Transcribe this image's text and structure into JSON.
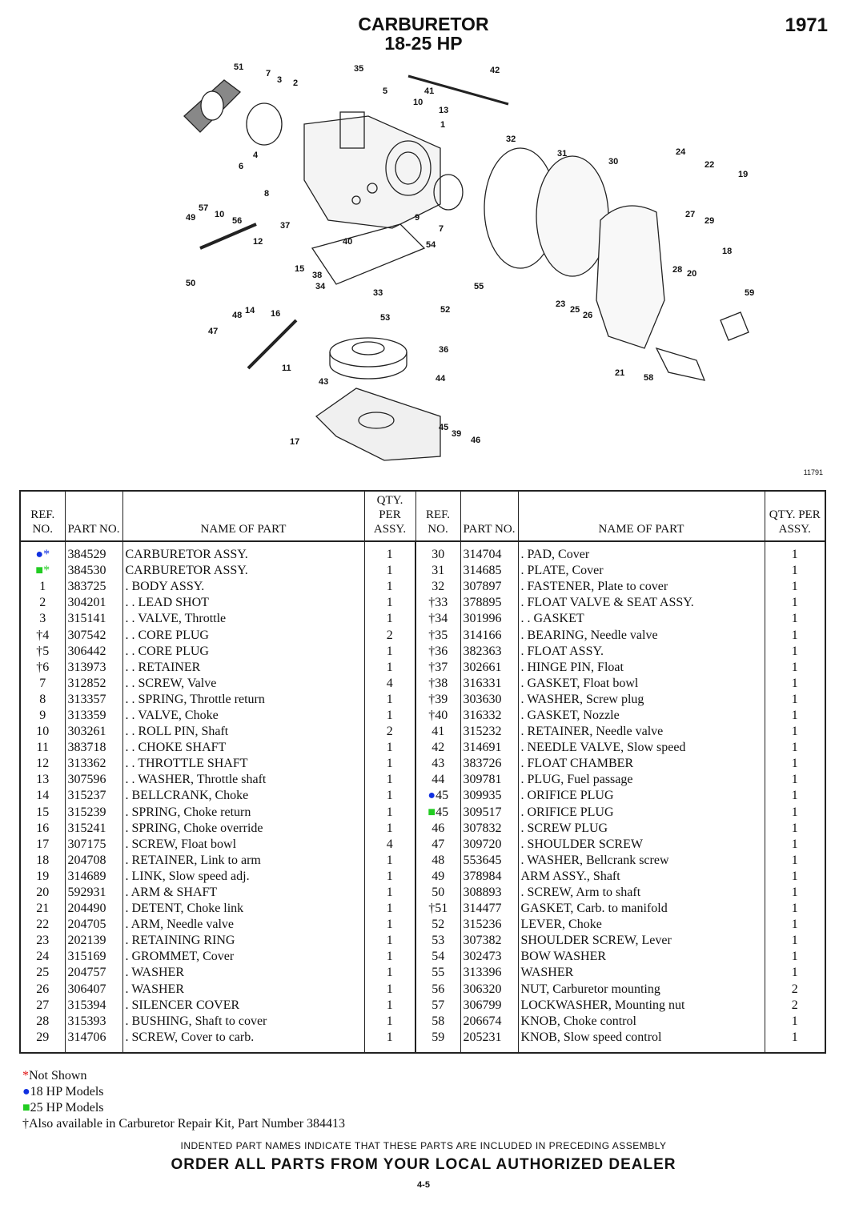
{
  "header": {
    "title_line1": "CARBURETOR",
    "title_line2": "18-25 HP",
    "year": "1971"
  },
  "diagram": {
    "figure_number": "11791",
    "callouts": [
      "51",
      "7",
      "3",
      "2",
      "35",
      "5",
      "41",
      "42",
      "10",
      "13",
      "1",
      "32",
      "31",
      "30",
      "24",
      "22",
      "19",
      "4",
      "6",
      "8",
      "57",
      "10",
      "56",
      "49",
      "37",
      "9",
      "7",
      "27",
      "29",
      "12",
      "40",
      "54",
      "15",
      "38",
      "34",
      "33",
      "53",
      "52",
      "55",
      "18",
      "28",
      "20",
      "50",
      "48",
      "14",
      "16",
      "47",
      "23",
      "25",
      "26",
      "59",
      "11",
      "36",
      "21",
      "58",
      "43",
      "44",
      "17",
      "45",
      "39",
      "46"
    ]
  },
  "table": {
    "headers": {
      "ref": "REF. NO.",
      "part": "PART NO.",
      "name": "NAME OF PART",
      "qty": "QTY. PER ASSY."
    },
    "left": [
      {
        "marker": "●*",
        "marker_type": "blue-star",
        "ref": "",
        "part": "384529",
        "name": "CARBURETOR ASSY.",
        "qty": "1"
      },
      {
        "marker": "■*",
        "marker_type": "green-star",
        "ref": "",
        "part": "384530",
        "name": "CARBURETOR ASSY.",
        "qty": "1"
      },
      {
        "ref": "1",
        "part": "383725",
        "name": ". BODY ASSY.",
        "qty": "1"
      },
      {
        "ref": "2",
        "part": "304201",
        "name": ". . LEAD SHOT",
        "qty": "1"
      },
      {
        "ref": "3",
        "part": "315141",
        "name": ". . VALVE, Throttle",
        "qty": "1"
      },
      {
        "ref": "†4",
        "part": "307542",
        "name": ". . CORE PLUG",
        "qty": "2"
      },
      {
        "ref": "†5",
        "part": "306442",
        "name": ". . CORE PLUG",
        "qty": "1"
      },
      {
        "ref": "†6",
        "part": "313973",
        "name": ". . RETAINER",
        "qty": "1"
      },
      {
        "ref": "7",
        "part": "312852",
        "name": ". . SCREW, Valve",
        "qty": "4"
      },
      {
        "ref": "8",
        "part": "313357",
        "name": ". . SPRING, Throttle return",
        "qty": "1"
      },
      {
        "ref": "9",
        "part": "313359",
        "name": ". . VALVE, Choke",
        "qty": "1"
      },
      {
        "ref": "10",
        "part": "303261",
        "name": ". . ROLL PIN, Shaft",
        "qty": "2"
      },
      {
        "ref": "11",
        "part": "383718",
        "name": ". . CHOKE SHAFT",
        "qty": "1"
      },
      {
        "ref": "12",
        "part": "313362",
        "name": ". . THROTTLE SHAFT",
        "qty": "1"
      },
      {
        "ref": "13",
        "part": "307596",
        "name": ". . WASHER, Throttle shaft",
        "qty": "1"
      },
      {
        "ref": "14",
        "part": "315237",
        "name": ". BELLCRANK, Choke",
        "qty": "1"
      },
      {
        "ref": "15",
        "part": "315239",
        "name": ". SPRING, Choke return",
        "qty": "1"
      },
      {
        "ref": "16",
        "part": "315241",
        "name": ". SPRING, Choke override",
        "qty": "1"
      },
      {
        "ref": "17",
        "part": "307175",
        "name": ". SCREW, Float bowl",
        "qty": "4"
      },
      {
        "ref": "18",
        "part": "204708",
        "name": ". RETAINER, Link to arm",
        "qty": "1"
      },
      {
        "ref": "19",
        "part": "314689",
        "name": ". LINK, Slow speed adj.",
        "qty": "1"
      },
      {
        "ref": "20",
        "part": "592931",
        "name": ". ARM & SHAFT",
        "qty": "1"
      },
      {
        "ref": "21",
        "part": "204490",
        "name": ". DETENT, Choke link",
        "qty": "1"
      },
      {
        "ref": "22",
        "part": "204705",
        "name": ". ARM, Needle valve",
        "qty": "1"
      },
      {
        "ref": "23",
        "part": "202139",
        "name": ". RETAINING RING",
        "qty": "1"
      },
      {
        "ref": "24",
        "part": "315169",
        "name": ". GROMMET, Cover",
        "qty": "1"
      },
      {
        "ref": "25",
        "part": "204757",
        "name": ". WASHER",
        "qty": "1"
      },
      {
        "ref": "26",
        "part": "306407",
        "name": ". WASHER",
        "qty": "1"
      },
      {
        "ref": "27",
        "part": "315394",
        "name": ". SILENCER COVER",
        "qty": "1"
      },
      {
        "ref": "28",
        "part": "315393",
        "name": ". BUSHING, Shaft to cover",
        "qty": "1"
      },
      {
        "ref": "29",
        "part": "314706",
        "name": ". SCREW, Cover to carb.",
        "qty": "1"
      }
    ],
    "right": [
      {
        "ref": "30",
        "part": "314704",
        "name": ". PAD, Cover",
        "qty": "1"
      },
      {
        "ref": "31",
        "part": "314685",
        "name": ". PLATE, Cover",
        "qty": "1"
      },
      {
        "ref": "32",
        "part": "307897",
        "name": ". FASTENER, Plate to cover",
        "qty": "1"
      },
      {
        "ref": "†33",
        "part": "378895",
        "name": ". FLOAT VALVE & SEAT ASSY.",
        "qty": "1"
      },
      {
        "ref": "†34",
        "part": "301996",
        "name": ". . GASKET",
        "qty": "1"
      },
      {
        "ref": "†35",
        "part": "314166",
        "name": ". BEARING, Needle valve",
        "qty": "1"
      },
      {
        "ref": "†36",
        "part": "382363",
        "name": ". FLOAT ASSY.",
        "qty": "1"
      },
      {
        "ref": "†37",
        "part": "302661",
        "name": ". HINGE PIN, Float",
        "qty": "1"
      },
      {
        "ref": "†38",
        "part": "316331",
        "name": ". GASKET, Float bowl",
        "qty": "1"
      },
      {
        "ref": "†39",
        "part": "303630",
        "name": ". WASHER, Screw plug",
        "qty": "1"
      },
      {
        "ref": "†40",
        "part": "316332",
        "name": ". GASKET, Nozzle",
        "qty": "1"
      },
      {
        "ref": "41",
        "part": "315232",
        "name": ". RETAINER, Needle valve",
        "qty": "1"
      },
      {
        "ref": "42",
        "part": "314691",
        "name": ". NEEDLE VALVE, Slow speed",
        "qty": "1"
      },
      {
        "ref": "43",
        "part": "383726",
        "name": ". FLOAT CHAMBER",
        "qty": "1"
      },
      {
        "ref": "44",
        "part": "309781",
        "name": ". PLUG, Fuel passage",
        "qty": "1"
      },
      {
        "marker": "●",
        "marker_type": "blue",
        "ref": "45",
        "part": "309935",
        "name": ". ORIFICE PLUG",
        "qty": "1"
      },
      {
        "marker": "■",
        "marker_type": "green",
        "ref": "45",
        "part": "309517",
        "name": ". ORIFICE PLUG",
        "qty": "1"
      },
      {
        "ref": "46",
        "part": "307832",
        "name": ". SCREW PLUG",
        "qty": "1"
      },
      {
        "ref": "47",
        "part": "309720",
        "name": ". SHOULDER SCREW",
        "qty": "1"
      },
      {
        "ref": "48",
        "part": "553645",
        "name": ". WASHER, Bellcrank screw",
        "qty": "1"
      },
      {
        "ref": "49",
        "part": "378984",
        "name": "ARM ASSY., Shaft",
        "qty": "1"
      },
      {
        "ref": "50",
        "part": "308893",
        "name": ". SCREW, Arm to shaft",
        "qty": "1"
      },
      {
        "ref": "†51",
        "part": "314477",
        "name": "GASKET, Carb. to manifold",
        "qty": "1"
      },
      {
        "ref": "52",
        "part": "315236",
        "name": "LEVER, Choke",
        "qty": "1"
      },
      {
        "ref": "53",
        "part": "307382",
        "name": "SHOULDER SCREW, Lever",
        "qty": "1"
      },
      {
        "ref": "54",
        "part": "302473",
        "name": "BOW WASHER",
        "qty": "1"
      },
      {
        "ref": "55",
        "part": "313396",
        "name": "WASHER",
        "qty": "1"
      },
      {
        "ref": "56",
        "part": "306320",
        "name": "NUT, Carburetor mounting",
        "qty": "2"
      },
      {
        "ref": "57",
        "part": "306799",
        "name": "LOCKWASHER, Mounting nut",
        "qty": "2"
      },
      {
        "ref": "58",
        "part": "206674",
        "name": "KNOB, Choke control",
        "qty": "1"
      },
      {
        "ref": "59",
        "part": "205231",
        "name": "KNOB, Slow speed control",
        "qty": "1"
      }
    ]
  },
  "notes": {
    "not_shown_symbol": "*",
    "not_shown": "Not Shown",
    "hp18_symbol": "●",
    "hp18": "18 HP Models",
    "hp25_symbol": "■",
    "hp25": "25 HP Models",
    "kit": "†Also available in Carburetor Repair Kit, Part Number 384413"
  },
  "footer": {
    "indented_note": "INDENTED PART NAMES INDICATE THAT THESE PARTS ARE INCLUDED IN PRECEDING ASSEMBLY",
    "order": "ORDER ALL PARTS FROM YOUR LOCAL AUTHORIZED DEALER",
    "page": "4-5"
  },
  "colors": {
    "blue_marker": "#1030e0",
    "green_marker": "#22cc22",
    "red_marker": "#e01010"
  }
}
